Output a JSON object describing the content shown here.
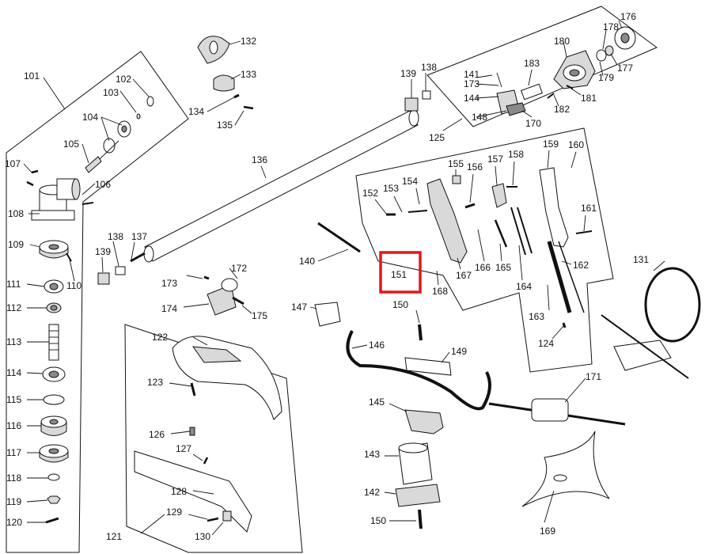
{
  "labels": {
    "l101": "101",
    "l102": "102",
    "l103": "103",
    "l104": "104",
    "l105": "105",
    "l106": "106",
    "l107": "107",
    "l108": "108",
    "l109": "109",
    "l110": "110",
    "l111": "111",
    "l112": "112",
    "l113": "113",
    "l114": "114",
    "l115": "115",
    "l116": "116",
    "l117": "117",
    "l118": "118",
    "l119": "119",
    "l120": "120",
    "l121": "121",
    "l122": "122",
    "l123": "123",
    "l124": "124",
    "l125": "125",
    "l126": "126",
    "l127": "127",
    "l128": "128",
    "l129": "129",
    "l130": "130",
    "l131": "131",
    "l132": "132",
    "l133": "133",
    "l134": "134",
    "l135": "135",
    "l136": "136",
    "l137": "137",
    "l138a": "138",
    "l138b": "138",
    "l139a": "139",
    "l139b": "139",
    "l140": "140",
    "l141": "141",
    "l142": "142",
    "l143": "143",
    "l144": "144",
    "l145": "145",
    "l146": "146",
    "l147": "147",
    "l148": "148",
    "l149": "149",
    "l150a": "150",
    "l150b": "150",
    "l151": "151",
    "l152": "152",
    "l153": "153",
    "l154": "154",
    "l155": "155",
    "l156": "156",
    "l157": "157",
    "l158": "158",
    "l159": "159",
    "l160": "160",
    "l161": "161",
    "l162": "162",
    "l163": "163",
    "l164": "164",
    "l165": "165",
    "l166": "166",
    "l167": "167",
    "l168": "168",
    "l169": "169",
    "l170": "170",
    "l171": "171",
    "l172": "172",
    "l173a": "173",
    "l173b": "173",
    "l174": "174",
    "l175": "175",
    "l176": "176",
    "l177": "177",
    "l178": "178",
    "l179": "179",
    "l180": "180",
    "l181": "181",
    "l182": "182",
    "l183": "183"
  },
  "highlight": {
    "part": "151",
    "color": "#e8141c"
  }
}
